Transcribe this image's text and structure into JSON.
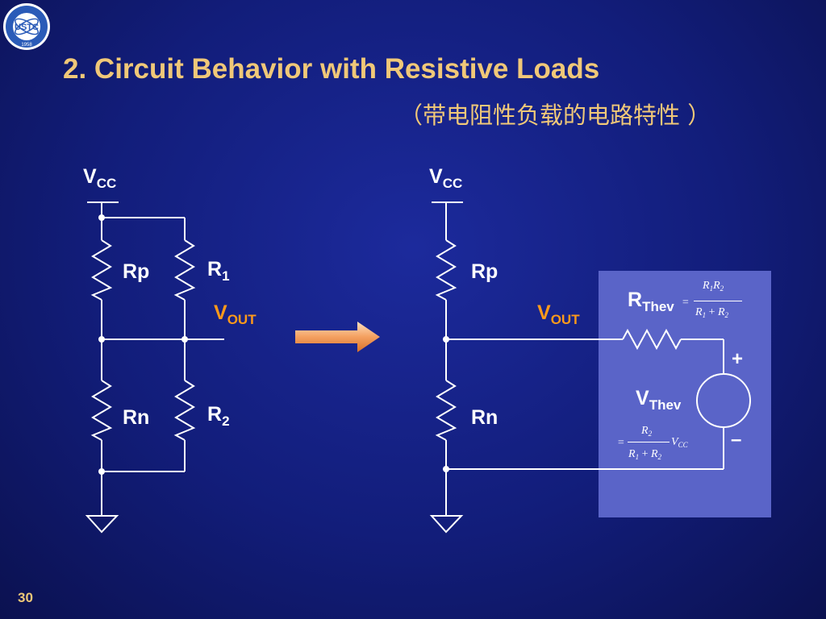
{
  "slide": {
    "title": "2. Circuit Behavior with Resistive Loads",
    "subtitle": "（带电阻性负载的电路特性 ）",
    "page_number": "30"
  },
  "left_circuit": {
    "vcc": {
      "main": "V",
      "sub": "CC"
    },
    "rp": "Rp",
    "rn": "Rn",
    "r1": {
      "main": "R",
      "sub": "1"
    },
    "r2": {
      "main": "R",
      "sub": "2"
    },
    "vout": {
      "main": "V",
      "sub": "OUT"
    }
  },
  "right_circuit": {
    "vcc": {
      "main": "V",
      "sub": "CC"
    },
    "rp": "Rp",
    "rn": "Rn",
    "vout": {
      "main": "V",
      "sub": "OUT"
    },
    "rthev": {
      "main": "R",
      "sub": "Thev"
    },
    "vthev": {
      "main": "V",
      "sub": "Thev"
    },
    "plus": "+",
    "minus": "–",
    "rthev_formula": {
      "eq": "=",
      "num_a": "R",
      "num_a_sub": "1",
      "num_b": "R",
      "num_b_sub": "2",
      "den_a": "R",
      "den_a_sub": "1",
      "den_plus": "+",
      "den_b": "R",
      "den_b_sub": "2"
    },
    "vthev_formula": {
      "eq": "=",
      "num": "R",
      "num_sub": "2",
      "den_a": "R",
      "den_a_sub": "1",
      "den_plus": "+",
      "den_b": "R",
      "den_b_sub": "2",
      "vcc": "V",
      "vcc_sub": "CC"
    }
  },
  "colors": {
    "title": "#f0c878",
    "wire": "#ffffff",
    "vout": "#ff9a1a",
    "thevenin_box": "#5a64c8",
    "arrow": "#f4a060"
  }
}
